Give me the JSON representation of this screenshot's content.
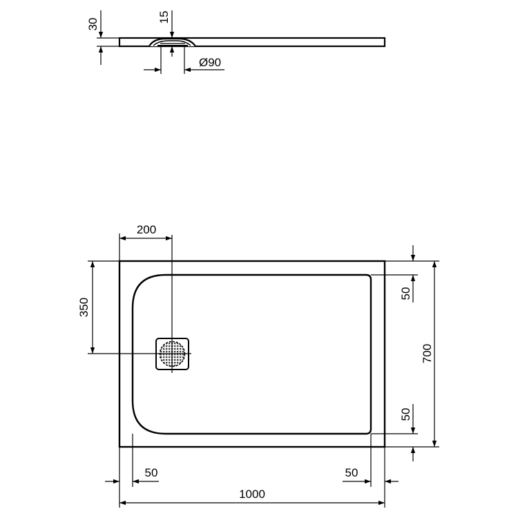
{
  "drawing": {
    "type": "shower tray technical drawing",
    "profile_view": {
      "dimensions": {
        "tray_height": "30",
        "drain_depth": "15",
        "drain_diameter": "Ø90"
      }
    },
    "plan_view": {
      "dimensions": {
        "drain_offset_x": "200",
        "drain_offset_y": "350",
        "width": "1000",
        "depth": "700",
        "rim_top": "50",
        "rim_bottom": "50",
        "rim_left": "50",
        "rim_right": "50"
      }
    },
    "colors": {
      "line": "#000000",
      "background": "#ffffff"
    }
  }
}
